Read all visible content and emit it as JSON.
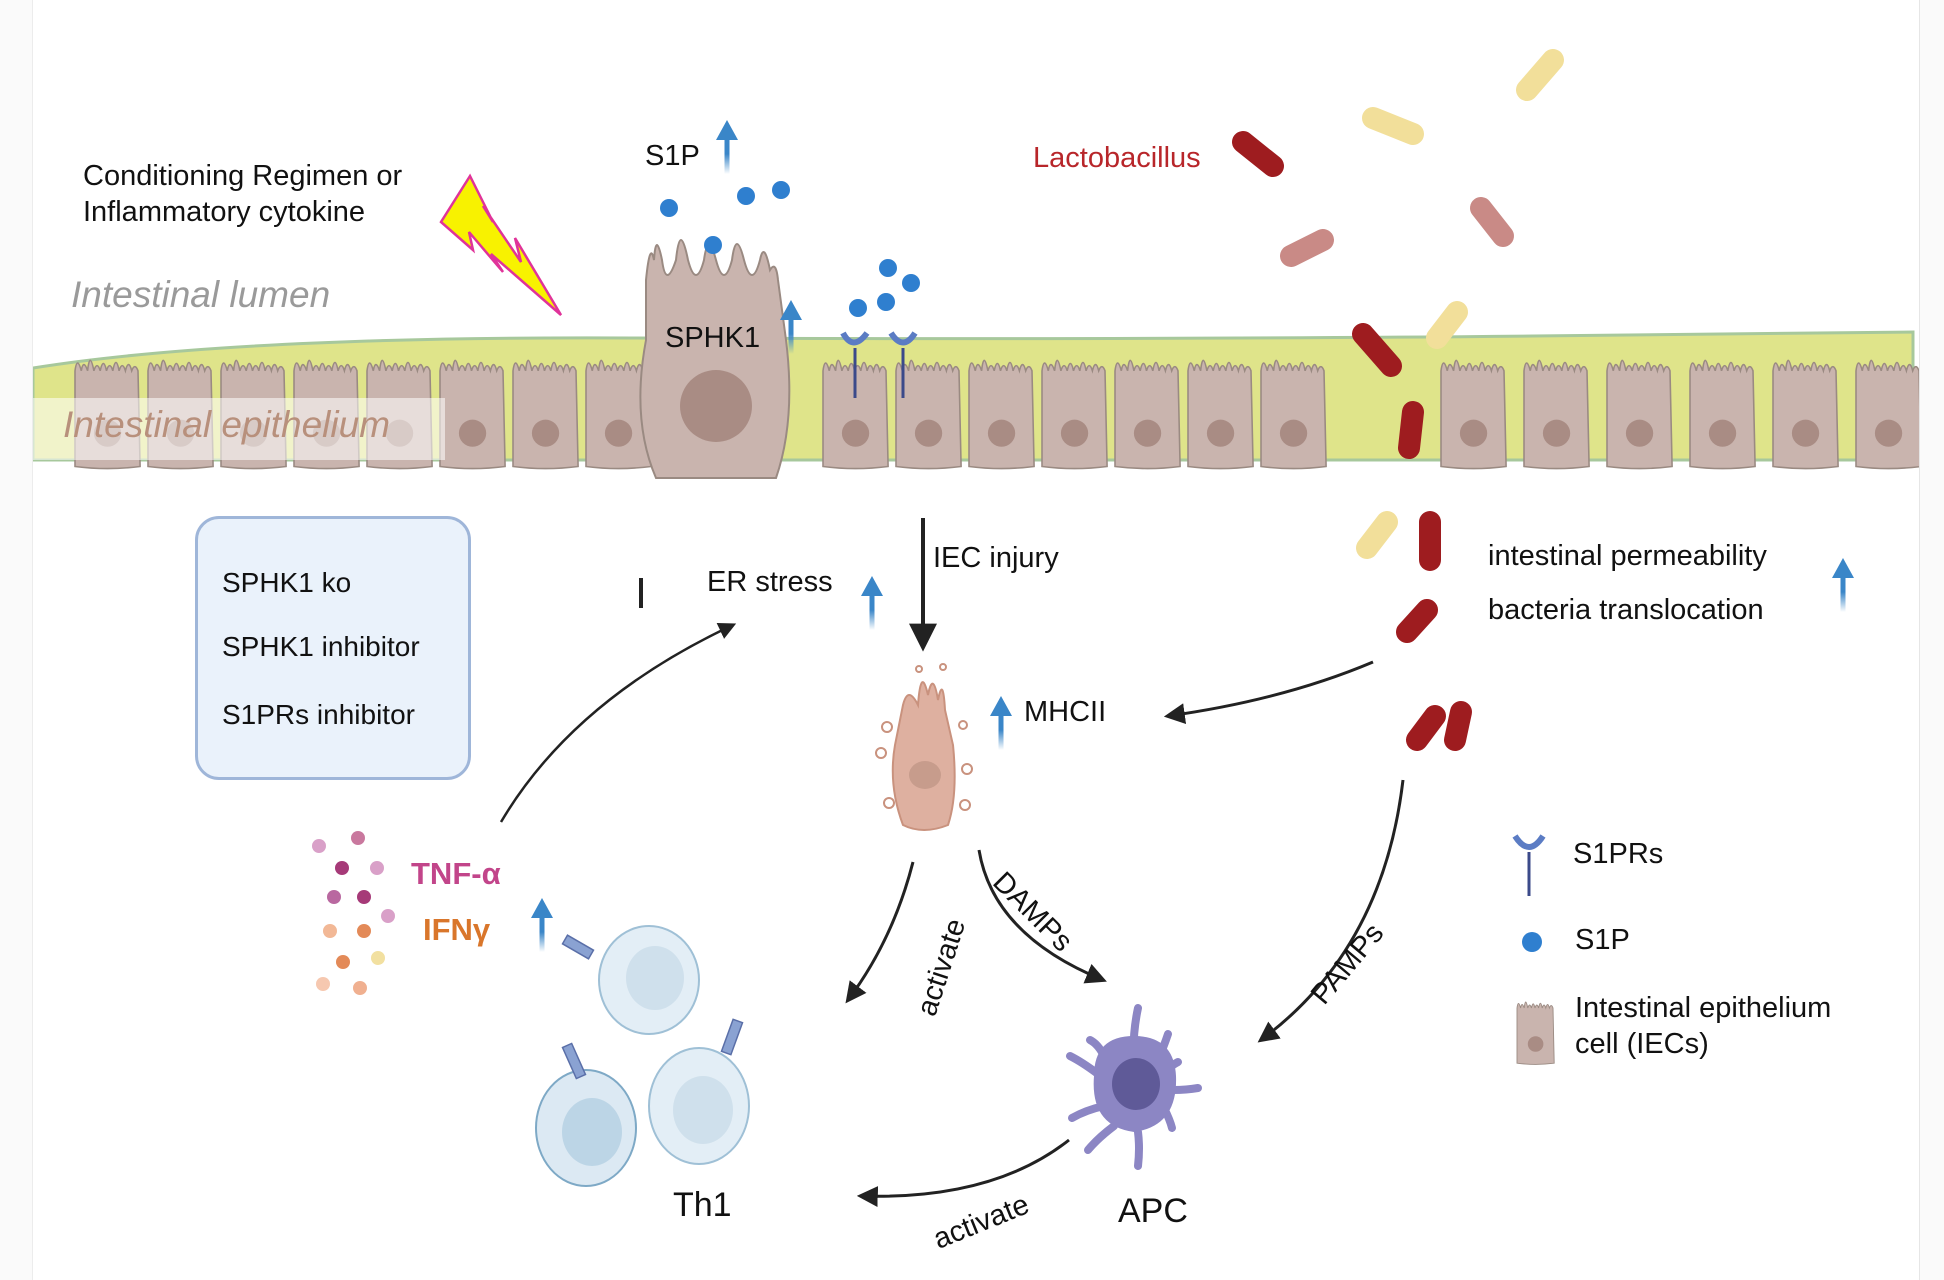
{
  "diagram": {
    "regions": {
      "lumen": "Intestinal lumen",
      "epithelium": "Intestinal epithelium"
    },
    "trigger": {
      "line1": "Conditioning Regimen or",
      "line2": "Inflammatory cytokine",
      "icon": "lightning-bolt-icon"
    },
    "s1p_label": "S1P",
    "sphk1_label": "SPHK1",
    "lactobacillus_label": "Lactobacillus",
    "inhibitors": {
      "items": [
        "SPHK1 ko",
        "SPHK1 inhibitor",
        "S1PRs inhibitor"
      ]
    },
    "er_stress": "ER stress",
    "iec_injury": "IEC injury",
    "mhcii": "MHCII",
    "permeability": {
      "line1": "intestinal permeability",
      "line2": "bacteria translocation"
    },
    "cytokines": {
      "tnf": "TNF-α",
      "ifn": "IFNγ"
    },
    "edges": {
      "activate_th1": "activate",
      "damps": "DAMPs",
      "pamps": "PAMPs",
      "apc_activate": "activate"
    },
    "cells": {
      "th1": "Th1",
      "apc": "APC"
    },
    "legend": {
      "items": [
        {
          "icon": "receptor-icon",
          "label": "S1PRs"
        },
        {
          "icon": "s1p-dot-icon",
          "label": "S1P"
        },
        {
          "icon": "iec-cell-icon",
          "label_line1": "Intestinal epithelium",
          "label_line2": "cell (IECs)"
        }
      ]
    },
    "colors": {
      "up_arrow": "#3a86c8",
      "s1p": "#2f7fcf",
      "lactobacillus": "#9e1c1f",
      "bacteria_yellow": "#f2df9a",
      "bacteria_pink": "#c98a86",
      "epithelium_cell": "#c9b4ae",
      "mucus": "#dfe48a",
      "apc": "#8c86c4",
      "th1": "#d6e7f2",
      "tnf": "#c2458a",
      "ifn": "#d9762b"
    }
  }
}
